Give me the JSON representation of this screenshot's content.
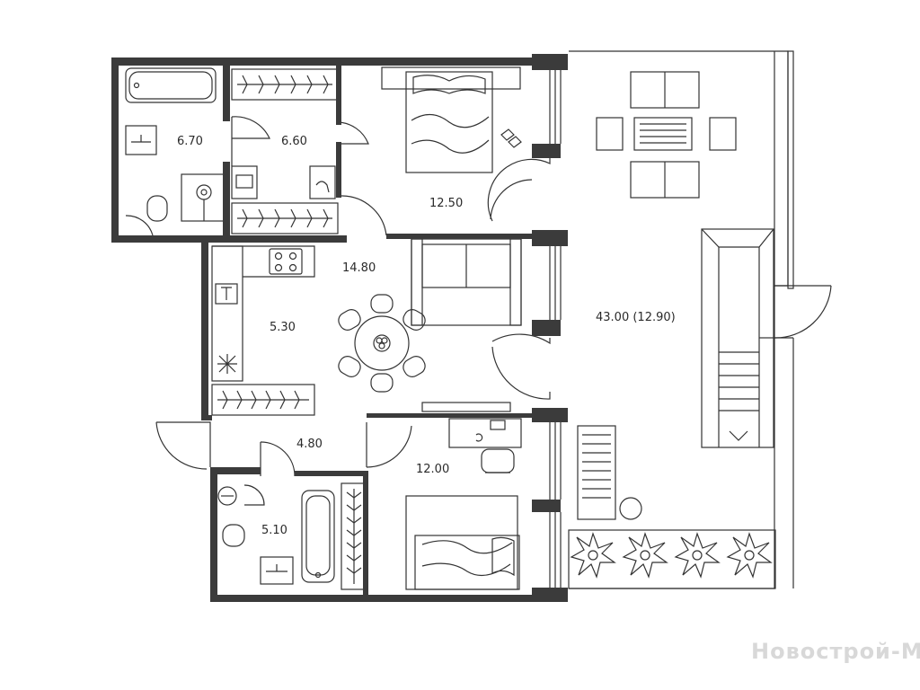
{
  "rooms": {
    "bathroom_top": "6.70",
    "wardrobe": "6.60",
    "bedroom_top": "12.50",
    "living": "14.80",
    "kitchen": "5.30",
    "terrace": "43.00 (12.90)",
    "hall": "4.80",
    "bedroom_bottom": "12.00",
    "bathroom_bottom": "5.10"
  },
  "watermark": "Новострой-М",
  "colors": {
    "wall": "#3b3b3b",
    "line": "#333333"
  }
}
